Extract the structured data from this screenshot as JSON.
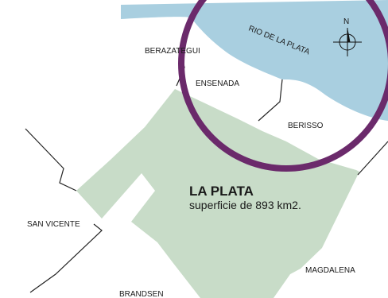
{
  "map": {
    "region": {
      "name": "LA PLATA",
      "area_text": "superficie de 893 km2."
    },
    "neighbors": {
      "berazategui": "BERAZATEGUI",
      "ensenada": "ENSENADA",
      "berisso": "BERISSO",
      "san_vicente": "SAN VICENTE",
      "magdalena": "MAGDALENA",
      "brandsen": "BRANDSEN"
    },
    "water": {
      "name": "RIO DE LA PLATA"
    },
    "compass": {
      "north_label": "N"
    },
    "colors": {
      "water": "#a9cfe0",
      "region_fill": "#c8dcc8",
      "highlight_circle": "#6b2a6b",
      "boundary": "#222222"
    }
  }
}
